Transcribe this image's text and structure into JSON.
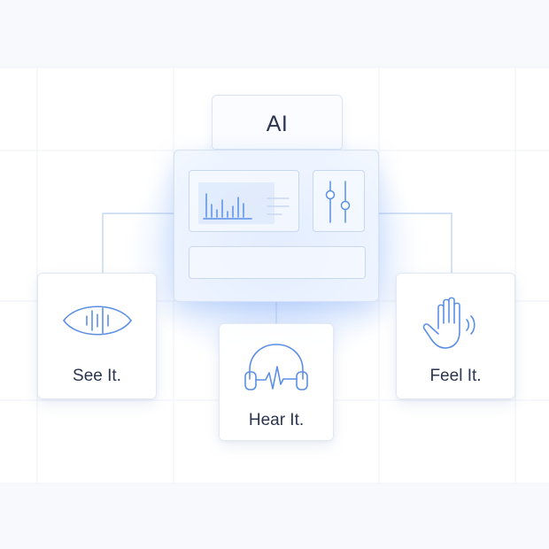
{
  "hub": {
    "title": "AI"
  },
  "senses": [
    {
      "label": "See It.",
      "icon": "eye-waveform-icon"
    },
    {
      "label": "Hear It.",
      "icon": "headphones-pulse-icon"
    },
    {
      "label": "Feel It.",
      "icon": "waving-hand-icon"
    }
  ],
  "colors": {
    "accent": "#4f8ef7",
    "icon_stroke": "#5b8fe6",
    "connector": "#b9cff0",
    "text": "#2b3550",
    "panel_border": "#c9d8f2"
  }
}
